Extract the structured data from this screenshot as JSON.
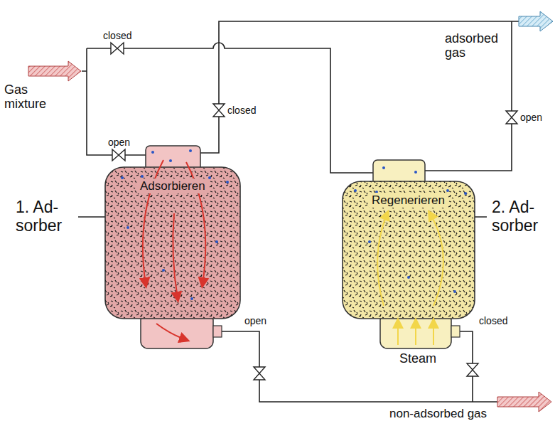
{
  "diagram": {
    "nodes": [
      {
        "text": [
          "Adsorbieren",
          "1. Ad- sorber"
        ]
      },
      {
        "text": [
          "Regenerieren",
          "2. Ad- sorber"
        ]
      }
    ],
    "labels": [
      "closed",
      "Gas mixture",
      "open",
      "closed",
      "adsorbed gas",
      "open",
      "open",
      "Steam",
      "closed",
      "non-adsorbed gas"
    ]
  }
}
